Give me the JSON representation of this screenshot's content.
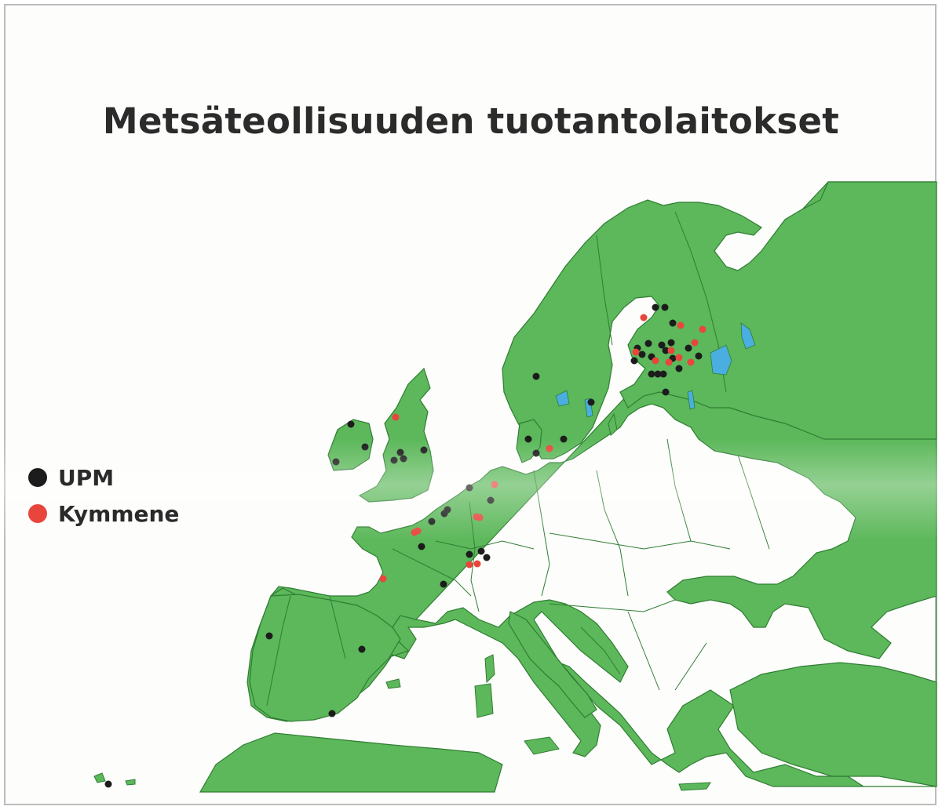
{
  "title": "Metsäteollisuuden tuotantolaitokset",
  "colors": {
    "land": "#5cb85a",
    "border": "#2f7d33",
    "water": "#4aaee0",
    "upm": "#1c1c1c",
    "kymmene": "#e8463c"
  },
  "legend": [
    {
      "key": "upm",
      "label": "UPM",
      "color": "#1c1c1c"
    },
    {
      "key": "kymmene",
      "label": "Kymmene",
      "color": "#e8463c"
    }
  ],
  "sites": {
    "upm": [
      [
        835,
        392
      ],
      [
        847,
        392
      ],
      [
        857,
        412
      ],
      [
        826,
        438
      ],
      [
        812,
        444
      ],
      [
        818,
        452
      ],
      [
        808,
        460
      ],
      [
        830,
        455
      ],
      [
        843,
        440
      ],
      [
        848,
        447
      ],
      [
        855,
        437
      ],
      [
        830,
        477
      ],
      [
        838,
        477
      ],
      [
        845,
        477
      ],
      [
        857,
        457
      ],
      [
        877,
        444
      ],
      [
        890,
        454
      ],
      [
        865,
        470
      ],
      [
        848,
        500
      ],
      [
        683,
        480
      ],
      [
        753,
        513
      ],
      [
        673,
        560
      ],
      [
        683,
        578
      ],
      [
        718,
        560
      ],
      [
        447,
        541
      ],
      [
        465,
        570
      ],
      [
        428,
        589
      ],
      [
        502,
        587
      ],
      [
        510,
        577
      ],
      [
        514,
        585
      ],
      [
        540,
        574
      ],
      [
        598,
        622
      ],
      [
        625,
        638
      ],
      [
        550,
        665
      ],
      [
        566,
        655
      ],
      [
        570,
        650
      ],
      [
        537,
        697
      ],
      [
        598,
        707
      ],
      [
        613,
        703
      ],
      [
        620,
        711
      ],
      [
        565,
        745
      ],
      [
        343,
        811
      ],
      [
        461,
        828
      ],
      [
        423,
        910
      ],
      [
        138,
        1000
      ]
    ],
    "kymmene": [
      [
        820,
        405
      ],
      [
        867,
        415
      ],
      [
        895,
        420
      ],
      [
        810,
        449
      ],
      [
        835,
        460
      ],
      [
        852,
        462
      ],
      [
        865,
        456
      ],
      [
        880,
        462
      ],
      [
        855,
        447
      ],
      [
        885,
        437
      ],
      [
        504,
        532
      ],
      [
        700,
        572
      ],
      [
        630,
        618
      ],
      [
        607,
        659
      ],
      [
        528,
        679
      ],
      [
        532,
        677
      ],
      [
        598,
        720
      ],
      [
        608,
        719
      ],
      [
        611,
        660
      ],
      [
        488,
        738
      ]
    ]
  }
}
